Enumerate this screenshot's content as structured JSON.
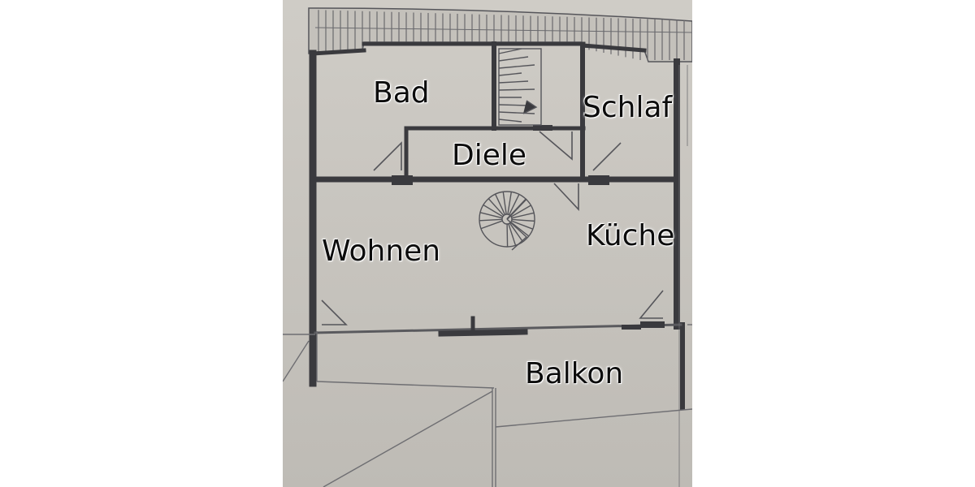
{
  "rooms": {
    "bad": "Bad",
    "schlaf": "Schlaf",
    "diele": "Diele",
    "wohnen": "Wohnen",
    "kueche": "Küche",
    "balkon": "Balkon"
  },
  "colors": {
    "paper": "#c9c6c0",
    "wall": "#3a3a3e",
    "thin_line": "#6e6e72",
    "label": "#0c0c0c",
    "page_background": "#ffffff"
  }
}
